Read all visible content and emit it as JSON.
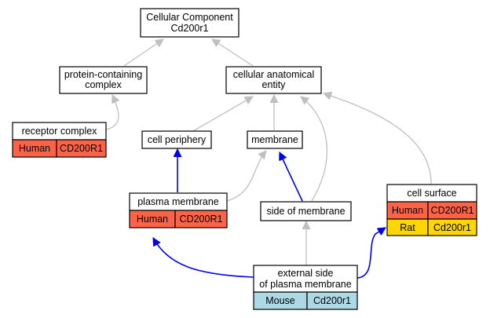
{
  "colors": {
    "human": "#ff6347",
    "rat": "#ffd700",
    "mouse": "#add8e6",
    "is_a_edge": "#bfbfbf",
    "part_of_edge": "#0000ee"
  },
  "nodes": {
    "root": {
      "line1": "Cellular Component",
      "line2": "Cd200r1"
    },
    "protein_containing_complex": {
      "line1": "protein-containing",
      "line2": "complex"
    },
    "cellular_anatomical_entity": {
      "line1": "cellular anatomical",
      "line2": "entity"
    },
    "receptor_complex": {
      "title": "receptor complex",
      "species": "Human",
      "gene": "CD200R1"
    },
    "cell_periphery": {
      "title": "cell periphery"
    },
    "membrane": {
      "title": "membrane"
    },
    "plasma_membrane": {
      "title": "plasma membrane",
      "species": "Human",
      "gene": "CD200R1"
    },
    "side_of_membrane": {
      "title": "side of membrane"
    },
    "cell_surface": {
      "title": "cell surface",
      "rows": [
        {
          "species": "Human",
          "gene": "CD200R1"
        },
        {
          "species": "Rat",
          "gene": "Cd200r1"
        }
      ]
    },
    "external_side": {
      "line1": "external side",
      "line2": "of plasma membrane",
      "species": "Mouse",
      "gene": "Cd200r1"
    }
  }
}
